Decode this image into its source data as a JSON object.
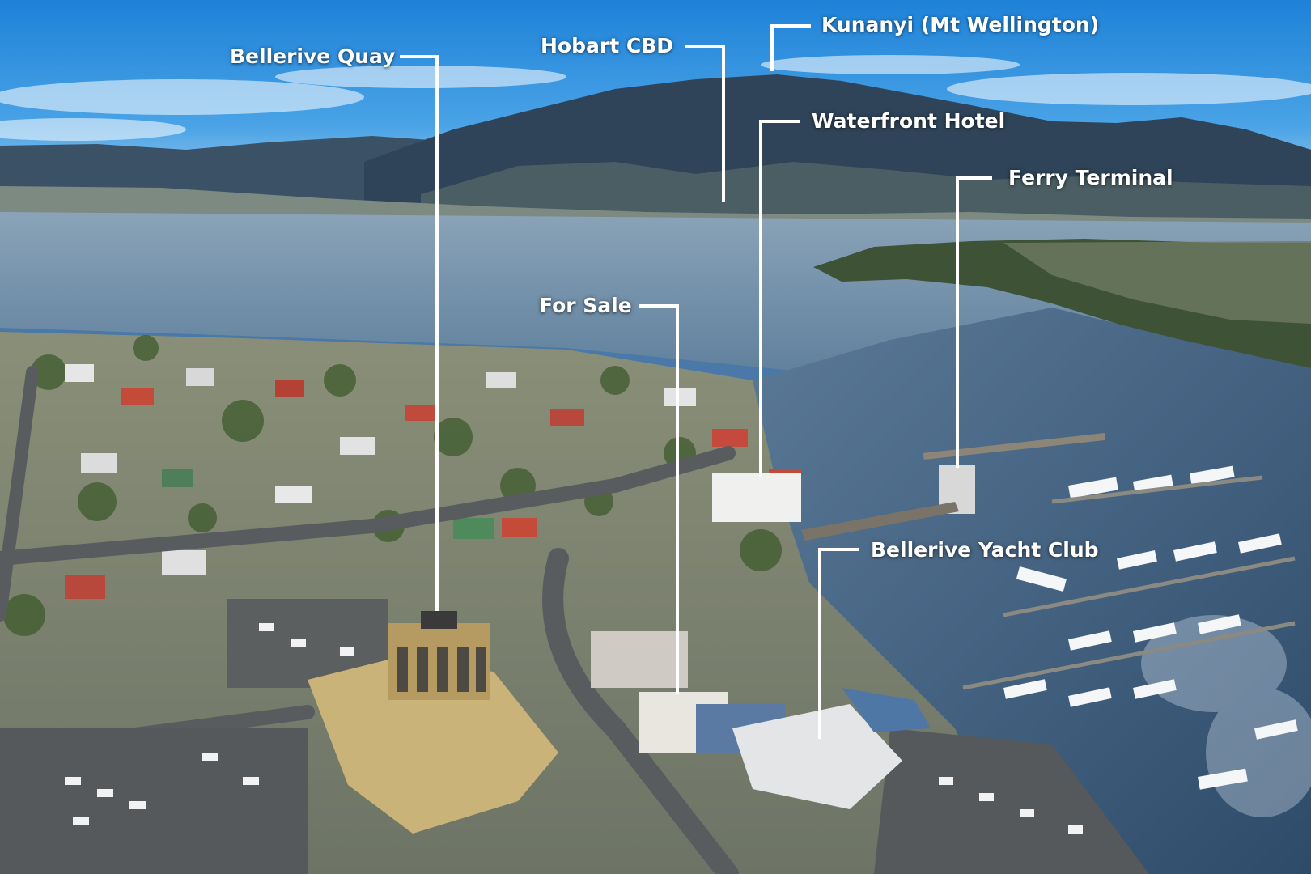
{
  "photo": {
    "sky_color": "#2a8ad6",
    "water_color": "#6f8ea8",
    "mountain_color": "#2c4258"
  },
  "annotations": {
    "bellerive_quay": "Bellerive Quay",
    "hobart_cbd": "Hobart CBD",
    "kunanyi": "Kunanyi (Mt Wellington)",
    "waterfront_hotel": "Waterfront Hotel",
    "ferry_terminal": "Ferry Terminal",
    "for_sale": "For Sale",
    "bellerive_yacht_club": "Bellerive Yacht Club"
  }
}
